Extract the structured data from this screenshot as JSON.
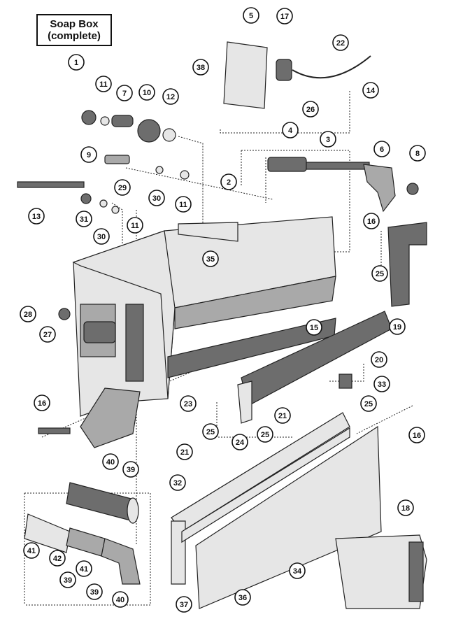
{
  "title": {
    "line1": "Soap Box",
    "line2": "(complete)"
  },
  "callouts": [
    "1",
    "2",
    "3",
    "4",
    "5",
    "6",
    "7",
    "8",
    "9",
    "10",
    "11",
    "11",
    "11",
    "12",
    "13",
    "14",
    "15",
    "16",
    "16",
    "16",
    "17",
    "18",
    "19",
    "20",
    "21",
    "21",
    "22",
    "23",
    "24",
    "25",
    "25",
    "25",
    "25",
    "26",
    "27",
    "28",
    "29",
    "30",
    "30",
    "31",
    "32",
    "33",
    "34",
    "35",
    "36",
    "37",
    "38",
    "39",
    "39",
    "39",
    "40",
    "40",
    "41",
    "41",
    "42"
  ]
}
